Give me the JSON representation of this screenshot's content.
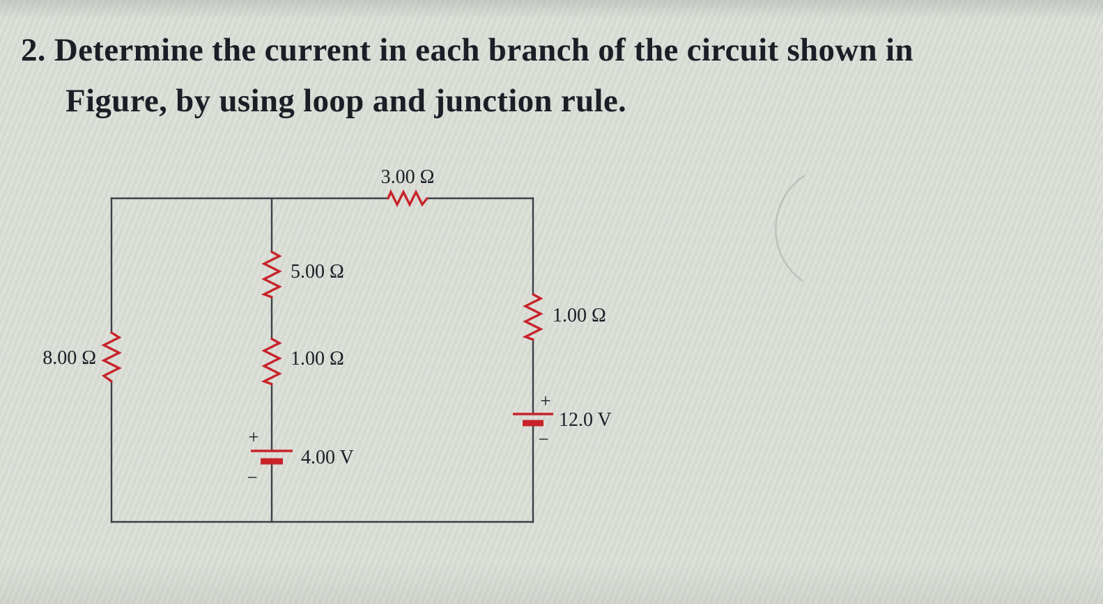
{
  "problem": {
    "line1": "2. Determine the current in each branch of the circuit shown in",
    "line2": "Figure, by using loop and junction rule."
  },
  "circuit": {
    "labels": {
      "r_top": "3.00 Ω",
      "r_left": "8.00 Ω",
      "r_mid_upper": "5.00 Ω",
      "r_mid_lower": "1.00 Ω",
      "r_right": "1.00 Ω",
      "battery_mid": "4.00 V",
      "battery_right": "12.0 V",
      "plus": "+",
      "minus": "−"
    },
    "colors": {
      "component": "#c8232b",
      "wire": "#3b3f47",
      "ink": "#1c1e26",
      "background": "#dbdfd8"
    }
  }
}
